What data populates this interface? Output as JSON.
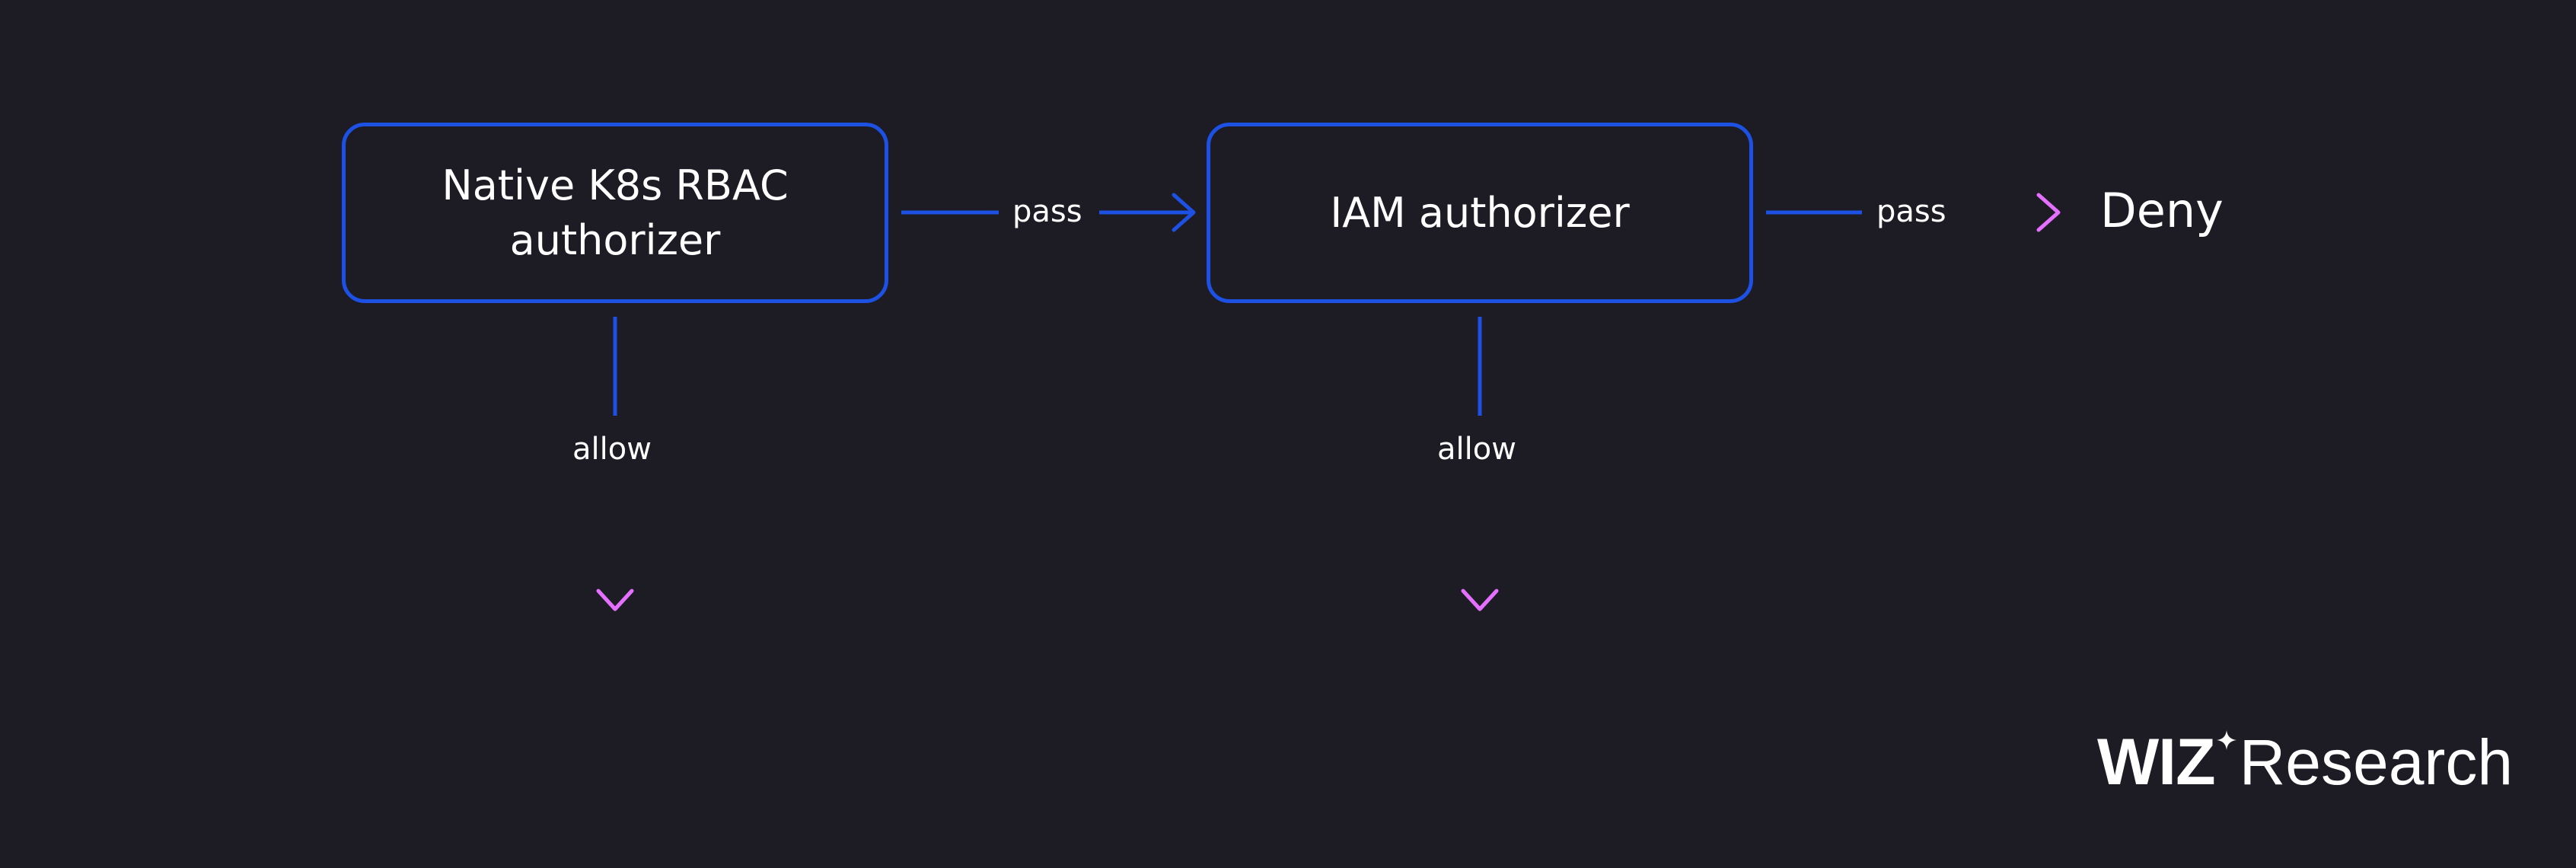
{
  "diagram": {
    "nodes": {
      "rbac": {
        "line1": "Native K8s RBAC",
        "line2": "authorizer"
      },
      "iam": {
        "label": "IAM authorizer"
      },
      "deny": {
        "label": "Deny"
      }
    },
    "edges": {
      "rbac_to_iam": "pass",
      "iam_to_deny": "pass",
      "rbac_allow": "allow",
      "iam_allow": "allow"
    }
  },
  "branding": {
    "logo_text": "WIZ",
    "logo_suffix": "Research"
  },
  "colors": {
    "background": "#1d1c25",
    "box_border": "#1d51e4",
    "flow_start": "#1d51e4",
    "flow_end": "#e570ff",
    "text": "#ffffff"
  }
}
